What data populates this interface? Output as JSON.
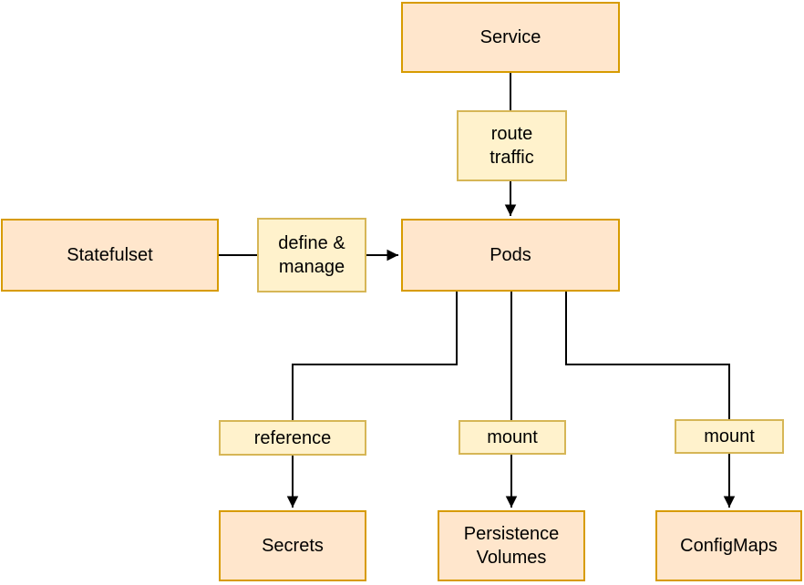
{
  "diagram": {
    "background": "#ffffff",
    "colors": {
      "entity_fill": "#ffe6cc",
      "entity_border": "#d79b00",
      "edge_label_fill": "#fff2cc",
      "edge_label_border": "#d6b656",
      "edge_stroke": "#000000",
      "text": "#000000"
    },
    "nodes": {
      "service": {
        "label": "Service"
      },
      "statefulset": {
        "label": "Statefulset"
      },
      "pods": {
        "label": "Pods"
      },
      "secrets": {
        "label": "Secrets"
      },
      "persistence_volumes": {
        "label": "Persistence\nVolumes"
      },
      "configmaps": {
        "label": "ConfigMaps"
      }
    },
    "edges": {
      "service_pods": {
        "from": "Service",
        "to": "Pods",
        "label": "route\ntraffic"
      },
      "statefulset_pods": {
        "from": "Statefulset",
        "to": "Pods",
        "label": "define &\nmanage"
      },
      "pods_secrets": {
        "from": "Pods",
        "to": "Secrets",
        "label": "reference"
      },
      "pods_persistence_volumes": {
        "from": "Pods",
        "to": "Persistence Volumes",
        "label": "mount"
      },
      "pods_configmaps": {
        "from": "Pods",
        "to": "ConfigMaps",
        "label": "mount"
      }
    }
  }
}
